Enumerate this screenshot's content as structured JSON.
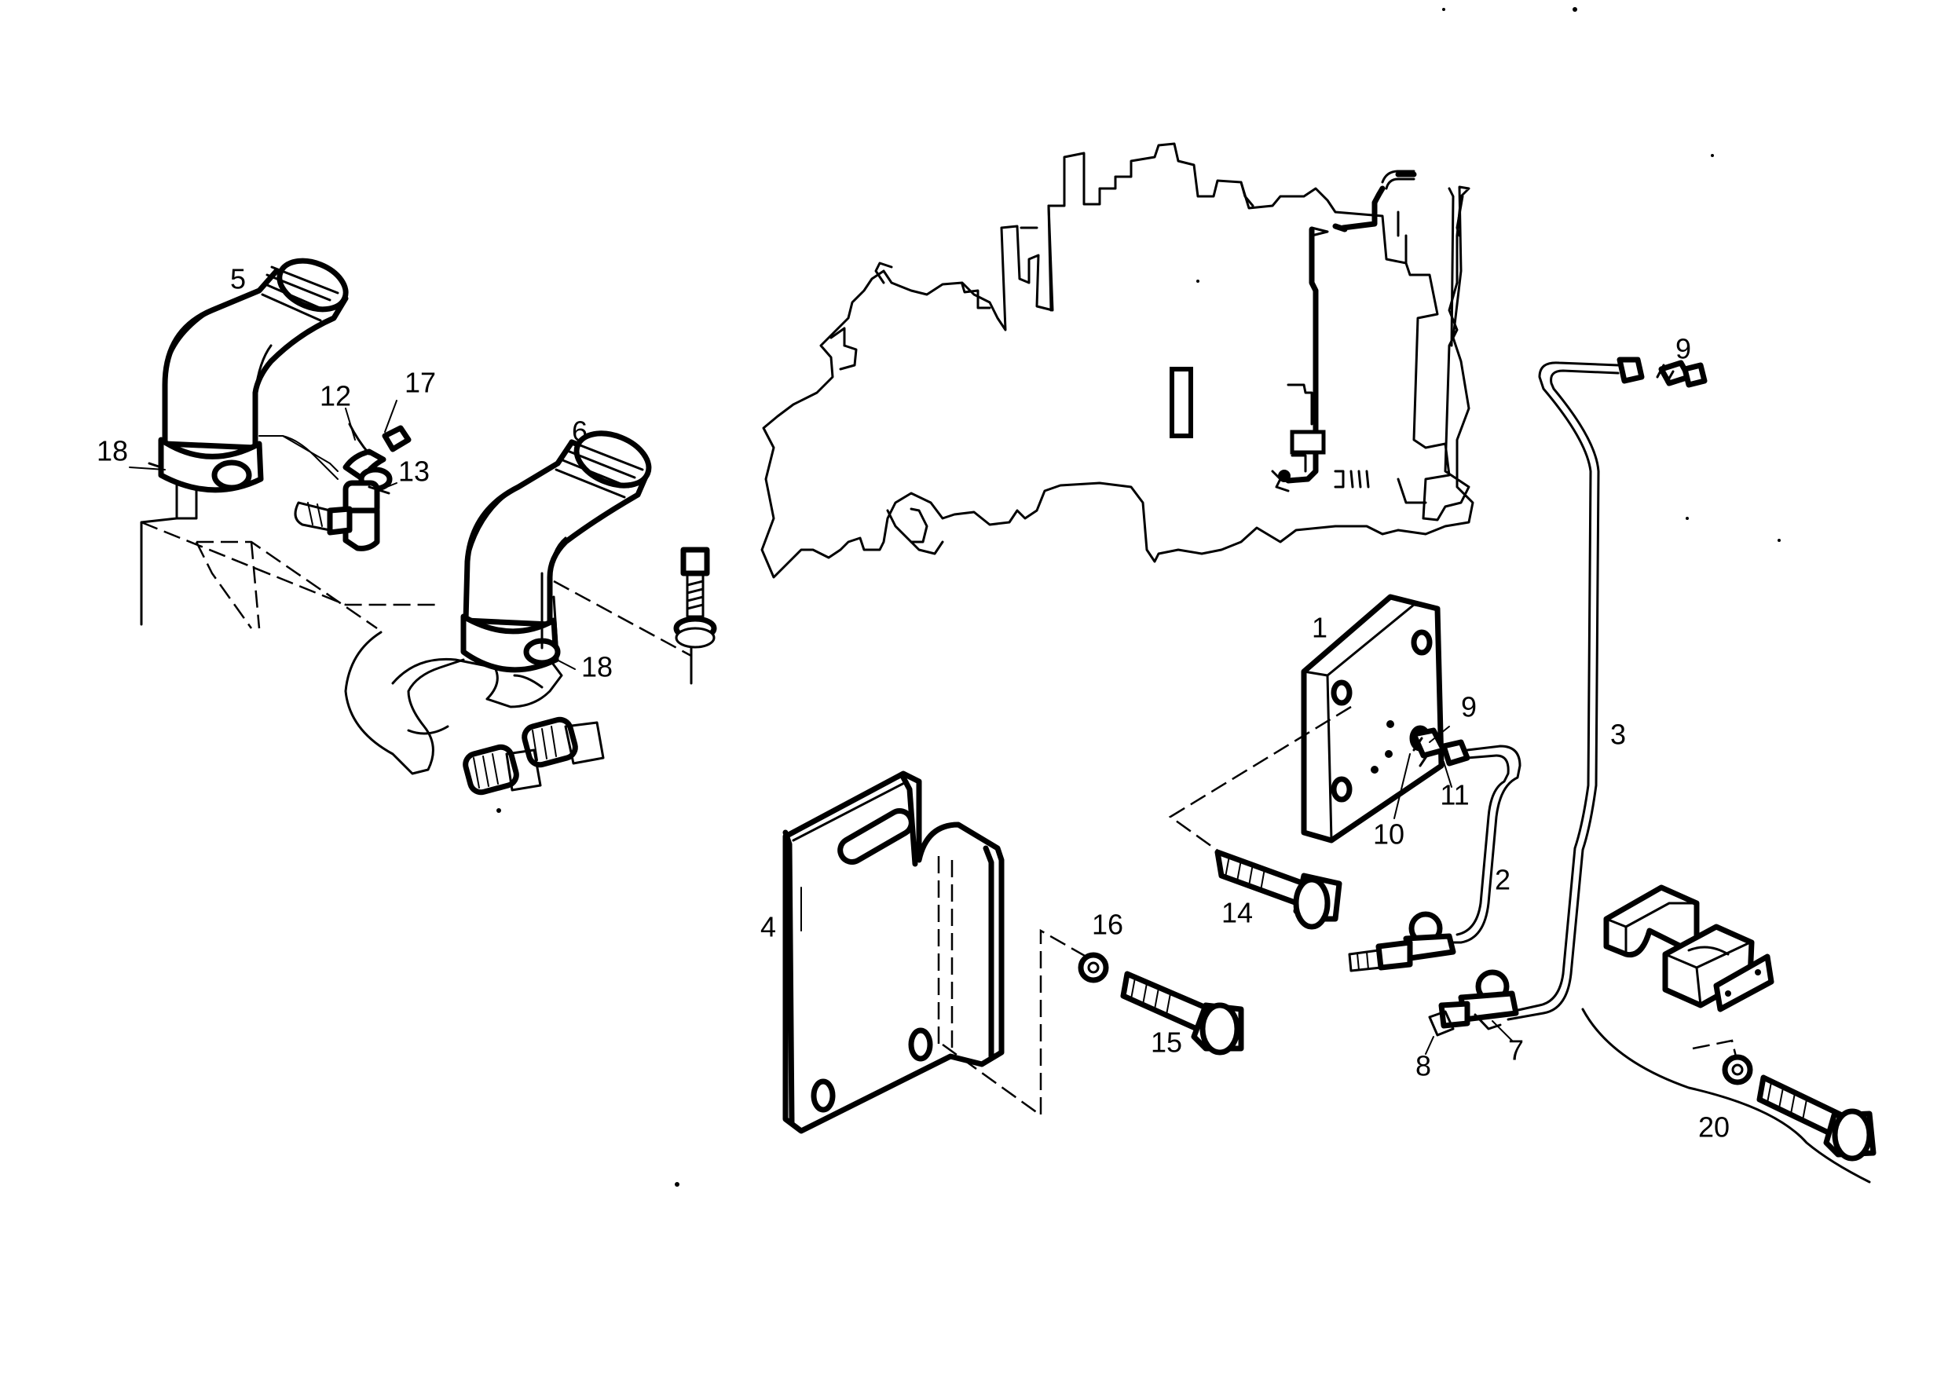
{
  "diagram": {
    "type": "exploded-parts-view",
    "callouts": [
      "1",
      "2",
      "3",
      "4",
      "5",
      "6",
      "7",
      "8",
      "9",
      "9",
      "10",
      "11",
      "12",
      "13",
      "14",
      "15",
      "16",
      "17",
      "18",
      "18",
      "20"
    ]
  }
}
